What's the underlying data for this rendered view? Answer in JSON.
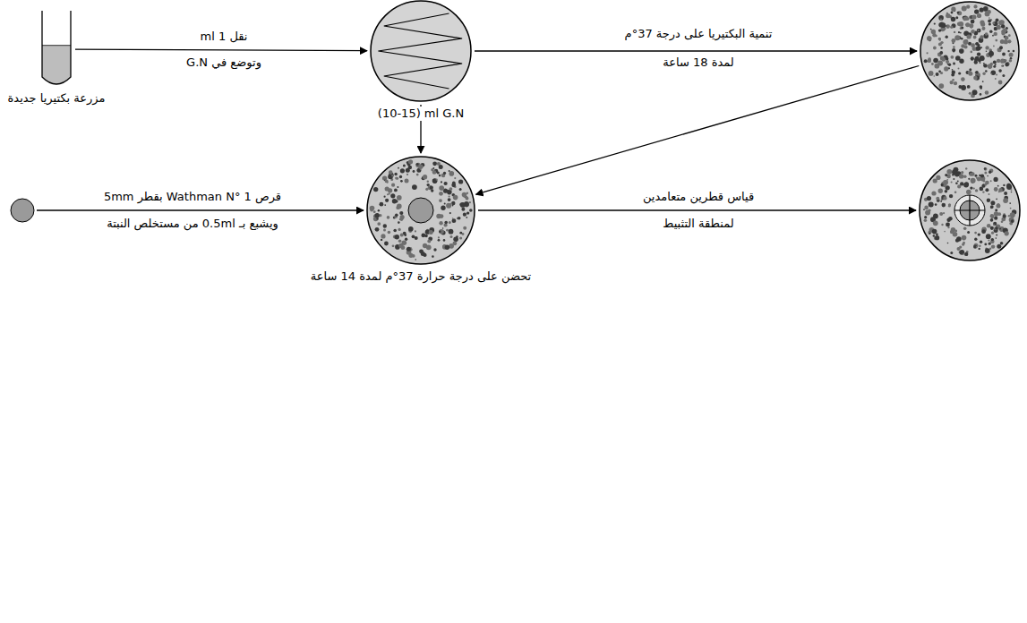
{
  "diagram": {
    "nodes": [
      {
        "text": [
          "مزرعة بكتيريا جديدة"
        ]
      },
      {
        "text": [
          "(10-15) ml G.N"
        ]
      },
      {
        "text": []
      },
      {
        "text": []
      },
      {
        "text": [
          "تحضن على درجة حرارة 37°م لمدة 14 ساعة"
        ]
      },
      {
        "text": []
      }
    ],
    "edges": [
      {
        "from": 0,
        "to": 1,
        "arrow": "to",
        "label": "نقل 1 ml"
      },
      {
        "from": 1,
        "to": 2,
        "arrow": "to",
        "label": "تنمية البكتيريا على درجة 37°م"
      },
      {
        "from": 2,
        "to": 4,
        "arrow": "to"
      },
      {
        "from": 1,
        "to": 4,
        "arrow": "to"
      },
      {
        "from": 3,
        "to": 4,
        "arrow": "to",
        "label": "قرص Wathman N° 1 بقطر 5mm"
      },
      {
        "from": 4,
        "to": 5,
        "arrow": "to",
        "label": "قياس قطرين متعامدين"
      }
    ],
    "labels": [
      "وتوضع في G.N",
      "لمدة 18 ساعة",
      "ويشبع بـ 0.5ml من مستخلص النبتة",
      "لمنطقة التثبيط"
    ]
  }
}
